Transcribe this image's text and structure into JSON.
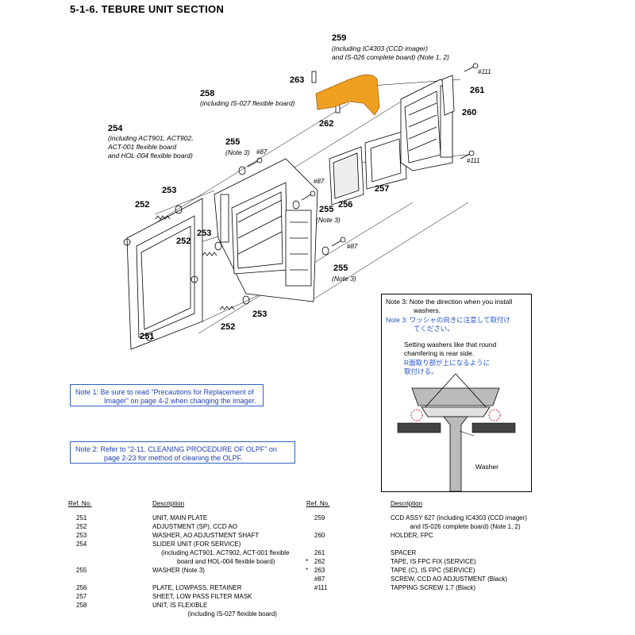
{
  "title": "5-1-6.  TEBURE  UNIT  SECTION",
  "callouts": {
    "c259": "259",
    "c259_desc1": "(including IC4303 (CCD imager)",
    "c259_desc2": "and IS-026 complete board) (Note 1, 2)",
    "c258": "258",
    "c258_desc": "(including IS-027 flexible board)",
    "c263": "263",
    "c262": "262",
    "c261": "261",
    "c260": "260",
    "c111a": "#111",
    "c111b": "#111",
    "c254": "254",
    "c254_desc1": "(including ACT901, ACT902,",
    "c254_desc2": "ACT-001 flexible board",
    "c254_desc3": "and HOL-004 flexible board)",
    "c255a": "255",
    "c255a_note": "(Note 3)",
    "c87a": "#87",
    "c87b": "#87",
    "c87c": "#87",
    "c257": "257",
    "c256": "256",
    "c255b": "255",
    "c255b_note": "(Note 3)",
    "c255c": "255",
    "c255c_note": "(Note 3)",
    "c253a": "253",
    "c252a": "252",
    "c253b": "253",
    "c252b": "252",
    "c253c": "253",
    "c252c": "252",
    "c251": "251"
  },
  "note1": {
    "line1": "Note 1: Be sure to read “Precautions for Replacement of",
    "line2": "Imager” on page 4-2 when changing the imager."
  },
  "note2": {
    "line1": "Note 2: Refer to “2-11. CLEANING PROCEDURE OF OLPF” on",
    "line2": "page 2-23 for method of cleaning the OLPF."
  },
  "note3": {
    "en1": "Note 3: Note the direction when you install",
    "en2": "washers.",
    "jp1": "Note 3: ワッシャの向きに注意して取付け",
    "jp2": "てください。",
    "set1": "Setting washers like that round",
    "set2": "chamfering is rear side.",
    "jpset1": "R面取り部が上になるように",
    "jpset2": "取付ける。",
    "washer": "Washer"
  },
  "table": {
    "ref_header": "Ref. No.",
    "desc_header": "Description",
    "left": [
      {
        "ref": "251",
        "desc": "UNIT, MAIN PLATE"
      },
      {
        "ref": "252",
        "desc": "ADJUSTMENT (SP), CCD AO"
      },
      {
        "ref": "253",
        "desc": "WASHER, AO ADJUSTMENT SHAFT"
      },
      {
        "ref": "254",
        "desc": "SLIDER UNIT (FOR SERVICE)"
      },
      {
        "ref": "",
        "desc": "     (including ACT901, ACT902, ACT-001 flexible"
      },
      {
        "ref": "",
        "desc": "              board and HOL-004 flexible board)"
      },
      {
        "ref": "255",
        "desc": "WASHER (Note 3)"
      },
      {
        "ref": "",
        "desc": ""
      },
      {
        "ref": "256",
        "desc": "PLATE, LOWPASS, RETAINER"
      },
      {
        "ref": "257",
        "desc": "SHEET, LOW PASS FILTER MASK"
      },
      {
        "ref": "258",
        "desc": "UNIT, IS FLEXIBLE"
      },
      {
        "ref": "",
        "desc": "                    (including IS-027 flexible board)"
      }
    ],
    "right": [
      {
        "mark": "",
        "ref": "259",
        "desc": "CCD ASSY 627 (including IC4303 (CCD imager)"
      },
      {
        "mark": "",
        "ref": "",
        "desc": "           and IS-026 complete board) (Note 1, 2)"
      },
      {
        "mark": "",
        "ref": "260",
        "desc": "HOLDER, FPC"
      },
      {
        "mark": "",
        "ref": "",
        "desc": ""
      },
      {
        "mark": "",
        "ref": "261",
        "desc": "SPACER"
      },
      {
        "mark": "*",
        "ref": "262",
        "desc": "TAPE, IS FPC FIX (SERVICE)"
      },
      {
        "mark": "*",
        "ref": "263",
        "desc": "TAPE (C), IS FPC (SERVICE)"
      },
      {
        "mark": "",
        "ref": "#87",
        "desc": "SCREW, CCD AO ADJUSTMENT (Black)"
      },
      {
        "mark": "",
        "ref": "#111",
        "desc": "TAPPING SCREW 1.7 (Black)"
      }
    ]
  },
  "colors": {
    "flex_orange": "#f0a020",
    "note_blue": "#2050c8",
    "washer_red": "#d02020"
  }
}
